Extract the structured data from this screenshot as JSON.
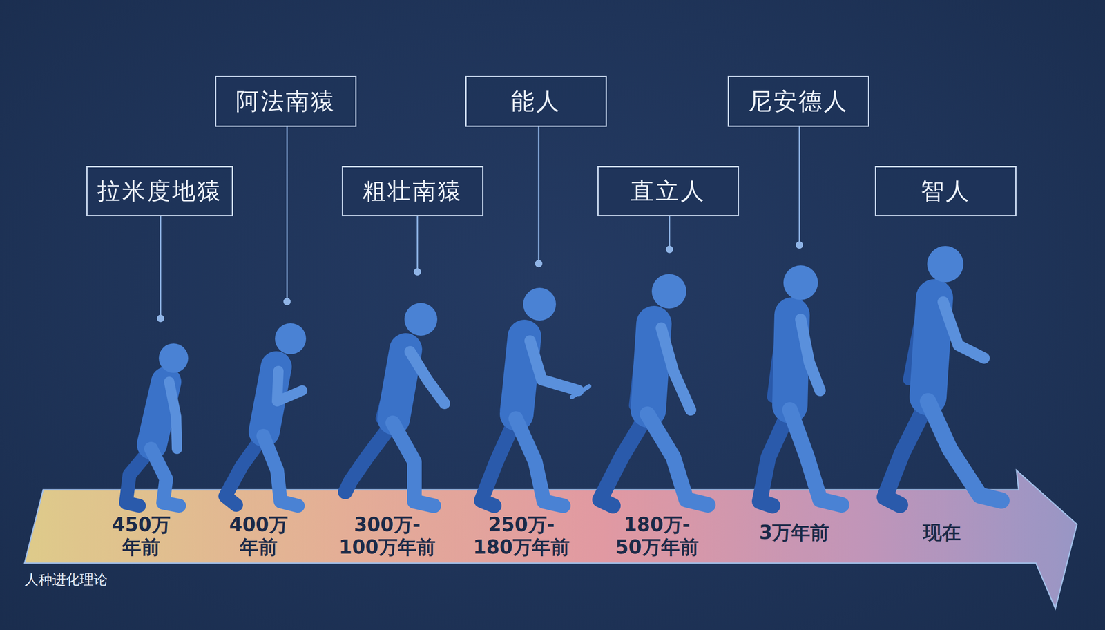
{
  "diagram": {
    "nodes": [
      {
        "text": [
          "拉米度地猿"
        ]
      },
      {
        "text": [
          "阿法南猿"
        ]
      },
      {
        "text": [
          "粗壮南猿"
        ]
      },
      {
        "text": [
          "能人"
        ]
      },
      {
        "text": [
          "直立人"
        ]
      },
      {
        "text": [
          "尼安德人"
        ]
      },
      {
        "text": [
          "智人"
        ]
      }
    ],
    "labels": [
      "450万 年前",
      "400万 年前",
      "300万- 100万年前",
      "250万- 180万年前",
      "180万- 50万年前",
      "3万年前",
      "现在",
      "人种进化理论"
    ]
  }
}
